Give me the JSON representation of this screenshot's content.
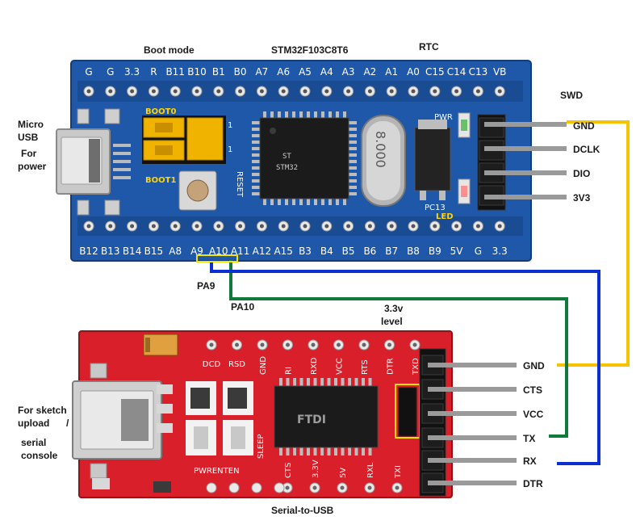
{
  "labels": {
    "boot_mode": "Boot mode",
    "mcu": "STM32F103C8T6",
    "rtc": "RTC",
    "swd": "SWD",
    "micro_usb": "Micro",
    "micro_usb2": "USB",
    "for_power": "For",
    "for_power2": "power",
    "boot0": "BOOT0",
    "boot1": "BOOT1",
    "reset": "RESET",
    "pwr": "PWR",
    "pc13": "PC13",
    "led": "LED",
    "pa9": "PA9",
    "pa10": "PA10",
    "level": "3.3v",
    "level2": "level",
    "sketch1": "For sketch",
    "sketch2": "upload",
    "slash": "/",
    "sketch3": "serial",
    "sketch4": "console",
    "serial_usb": "Serial-to-USB",
    "pwrenten": "PWRENTEN",
    "sleep": "SLEEP",
    "ftdi": "FTDI",
    "crystal": "8.000"
  },
  "swd_pins": [
    "GND",
    "DCLK",
    "DIO",
    "3V3"
  ],
  "ftdi_pins": [
    "GND",
    "CTS",
    "VCC",
    "TX",
    "RX",
    "DTR"
  ],
  "blue_top_pins": [
    "G",
    "G",
    "3.3",
    "R",
    "B11",
    "B10",
    "B1",
    "B0",
    "A7",
    "A6",
    "A5",
    "A4",
    "A3",
    "A2",
    "A1",
    "A0",
    "C15",
    "C14",
    "C13",
    "VB"
  ],
  "blue_bottom_pins": [
    "B12",
    "B13",
    "B14",
    "B15",
    "A8",
    "A9",
    "A10",
    "A11",
    "A12",
    "A15",
    "B3",
    "B4",
    "B5",
    "B6",
    "B7",
    "B8",
    "B9",
    "5V",
    "G",
    "3.3"
  ],
  "red_top_pins": [
    "DCD",
    "RSD",
    "GND",
    "RI",
    "RXD",
    "VCC",
    "RTS",
    "DTR",
    "TXD"
  ],
  "red_bottom_pins": [
    "CTS",
    "3.3V",
    "5V",
    "RXL",
    "TXI"
  ],
  "colors": {
    "blue_board": "#1f58a8",
    "red_board": "#d9202a",
    "wire_yellow": "#f5c400",
    "wire_green": "#117a3a",
    "wire_blue": "#0b2fd0"
  }
}
